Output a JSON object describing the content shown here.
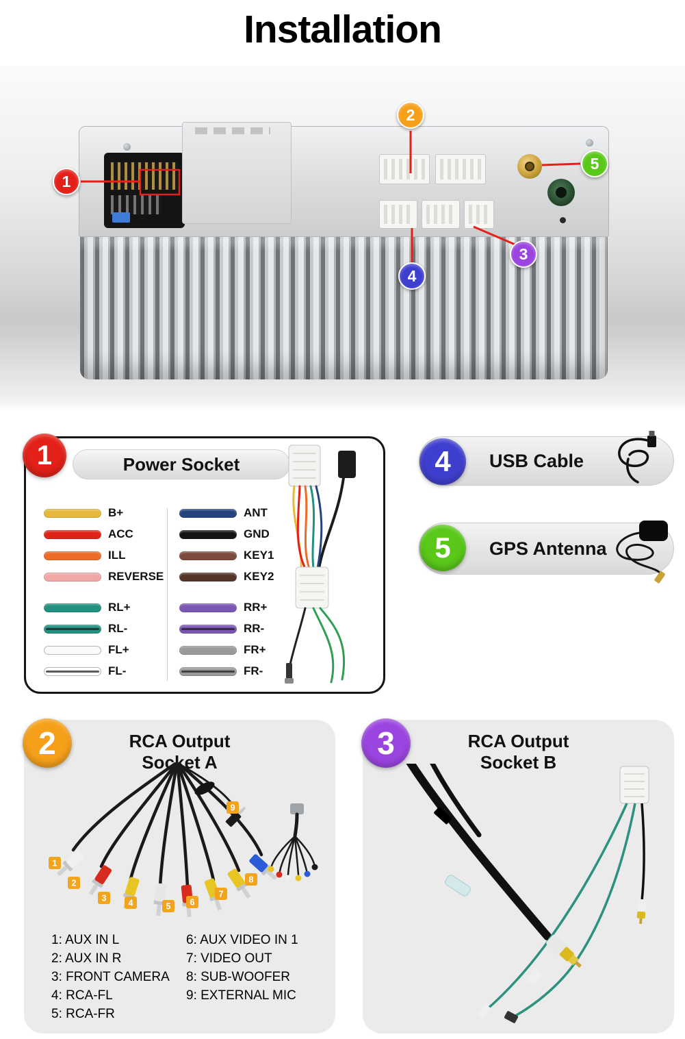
{
  "page": {
    "title": "Installation"
  },
  "badges": {
    "b1": {
      "num": "1",
      "color": "#e32119"
    },
    "b2": {
      "num": "2",
      "color": "#f6a01a"
    },
    "b3": {
      "num": "3",
      "color": "#9b45e0"
    },
    "b4": {
      "num": "4",
      "color": "#3f3fcf"
    },
    "b5": {
      "num": "5",
      "color": "#59c819"
    }
  },
  "callout_line_color": "#e32119",
  "power_socket": {
    "title": "Power Socket",
    "left_wires": [
      {
        "label": "B+",
        "color": "#e6b93c"
      },
      {
        "label": "ACC",
        "color": "#e02318"
      },
      {
        "label": "ILL",
        "color": "#ee6a28"
      },
      {
        "label": "REVERSE",
        "color": "#f2a7a7"
      },
      {
        "label": "RL+",
        "color": "#23917f"
      },
      {
        "label": "RL-",
        "color": "#23917f"
      },
      {
        "label": "FL+",
        "color": "#fafafa"
      },
      {
        "label": "FL-",
        "color": "#ffffff"
      }
    ],
    "right_wires": [
      {
        "label": "ANT",
        "color": "#23427e"
      },
      {
        "label": "GND",
        "color": "#151515"
      },
      {
        "label": "KEY1",
        "color": "#7c4a3e"
      },
      {
        "label": "KEY2",
        "color": "#56342c"
      },
      {
        "label": "RR+",
        "color": "#7b57b4"
      },
      {
        "label": "RR-",
        "color": "#7b57b4"
      },
      {
        "label": "FR+",
        "color": "#9a9a9a"
      },
      {
        "label": "FR-",
        "color": "#9a9a9a"
      }
    ]
  },
  "usb_cable": {
    "title": "USB Cable"
  },
  "gps_antenna": {
    "title": "GPS Antenna"
  },
  "rca_a": {
    "title_line1": "RCA Output",
    "title_line2": "Socket A",
    "badge_color": "#f2a41d",
    "plug_badges": [
      "1",
      "2",
      "3",
      "4",
      "5",
      "6",
      "7",
      "8",
      "9"
    ],
    "plug_colors": [
      "#f0f0ee",
      "#d62b1e",
      "#e7c522",
      "#e6e6e4",
      "#d62b1e",
      "#e7c522",
      "#e7c522",
      "#2a5bd8",
      "#1a1a1a"
    ],
    "legend_left": [
      "1: AUX IN L",
      "2: AUX IN R",
      "3: FRONT CAMERA",
      "4: RCA-FL",
      "5: RCA-FR"
    ],
    "legend_right": [
      "6: AUX VIDEO IN 1",
      "7: VIDEO OUT",
      "8: SUB-WOOFER",
      "9: EXTERNAL MIC"
    ]
  },
  "rca_b": {
    "title_line1": "RCA Output",
    "title_line2": "Socket B"
  }
}
